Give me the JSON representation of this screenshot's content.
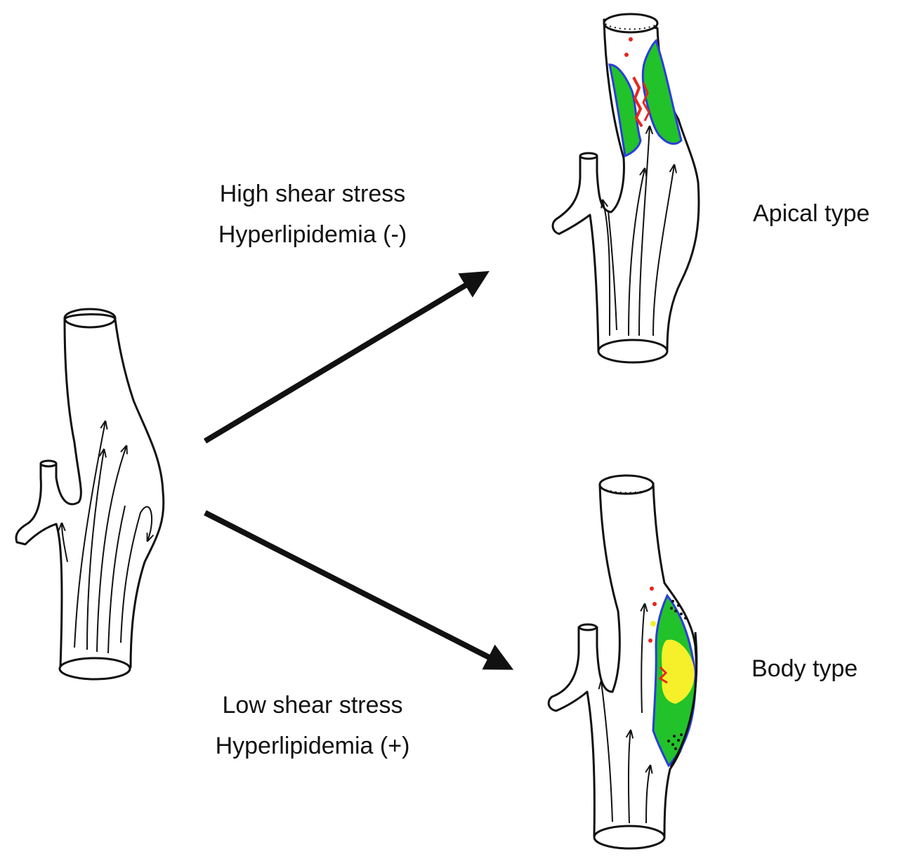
{
  "labels": {
    "high_shear": "High shear stress",
    "hyperlipidemia_neg": "Hyperlipidemia (-)",
    "apical": "Apical type",
    "low_shear": "Low shear stress",
    "hyperlipidemia_pos": "Hyperlipidemia (+)",
    "body": "Body type"
  },
  "colors": {
    "line": "#111111",
    "plaque": "#22c22a",
    "cap": "#2b3ed8",
    "rupture": "#e8251c",
    "lipid_core": "#f5f02a"
  },
  "icons": {
    "left_vessel": "normal-vessel-with-branch",
    "top_vessel": "vessel-apical-plaque",
    "bottom_vessel": "vessel-body-plaque",
    "up_arrow": "arrow-up-right",
    "down_arrow": "arrow-down-right"
  }
}
